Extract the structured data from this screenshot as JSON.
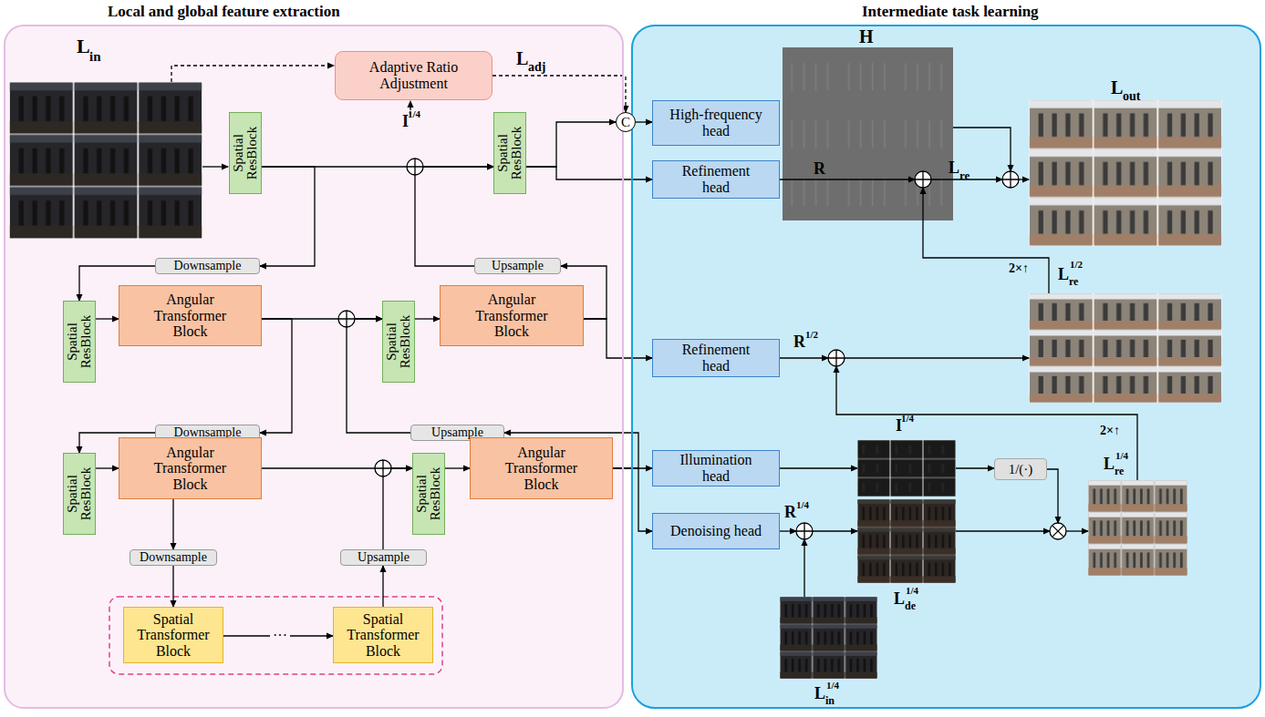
{
  "diagram": {
    "nodes": [
      {
        "text": [
          "Local and global feature extraction"
        ]
      },
      {
        "text": [
          "Intermediate task learning"
        ]
      },
      {
        "text": [
          "Adaptive Ratio Adjustment"
        ],
        "in": 0
      },
      {
        "text": [
          "Spatial ResBlock"
        ],
        "in": 0
      },
      {
        "text": [
          "Spatial ResBlock"
        ],
        "in": 0
      },
      {
        "text": [
          "Downsample"
        ],
        "in": 0
      },
      {
        "text": [
          "Upsample"
        ],
        "in": 0
      },
      {
        "text": [
          "Spatial ResBlock"
        ],
        "in": 0
      },
      {
        "text": [
          "Angular Transformer Block"
        ],
        "in": 0
      },
      {
        "text": [
          "Spatial ResBlock"
        ],
        "in": 0
      },
      {
        "text": [
          "Angular Transformer Block"
        ],
        "in": 0
      },
      {
        "text": [
          "Downsample"
        ],
        "in": 0
      },
      {
        "text": [
          "Upsample"
        ],
        "in": 0
      },
      {
        "text": [
          "Spatial ResBlock"
        ],
        "in": 0
      },
      {
        "text": [
          "Angular Transformer Block"
        ],
        "in": 0
      },
      {
        "text": [
          "Spatial ResBlock"
        ],
        "in": 0
      },
      {
        "text": [
          "Angular Transformer Block"
        ],
        "in": 0
      },
      {
        "text": [
          "Downsample"
        ],
        "in": 0
      },
      {
        "text": [
          "Upsample"
        ],
        "in": 0
      },
      {
        "text": [
          "Spatial Transformer Block"
        ],
        "in": 0
      },
      {
        "text": [
          "Spatial Transformer Block"
        ],
        "in": 0
      },
      {
        "text": [
          "C"
        ],
        "in": 1
      },
      {
        "text": [
          "High-frequency head"
        ],
        "in": 1
      },
      {
        "text": [
          "Refinement head"
        ],
        "in": 1
      },
      {
        "text": [
          "Refinement head"
        ],
        "in": 1
      },
      {
        "text": [
          "Illumination head"
        ],
        "in": 1
      },
      {
        "text": [
          "Denoising head"
        ],
        "in": 1
      },
      {
        "text": [
          "1/(·)"
        ],
        "in": 1
      }
    ],
    "edges": [
      {
        "from": 2,
        "to": 21,
        "arrow": "to"
      },
      {
        "from": 3,
        "to": 4,
        "arrow": "to"
      },
      {
        "from": 3,
        "to": 5,
        "arrow": "to"
      },
      {
        "from": 5,
        "to": 7,
        "arrow": "to"
      },
      {
        "from": 7,
        "to": 8,
        "arrow": "to"
      },
      {
        "from": 8,
        "to": 9,
        "arrow": "to"
      },
      {
        "from": 8,
        "to": 11,
        "arrow": "to"
      },
      {
        "from": 9,
        "to": 10,
        "arrow": "to"
      },
      {
        "from": 10,
        "to": 6,
        "arrow": "to"
      },
      {
        "from": 6,
        "to": 4,
        "arrow": "to"
      },
      {
        "from": 10,
        "to": 24,
        "arrow": "to"
      },
      {
        "from": 11,
        "to": 13,
        "arrow": "to"
      },
      {
        "from": 13,
        "to": 14,
        "arrow": "to"
      },
      {
        "from": 14,
        "to": 15,
        "arrow": "to"
      },
      {
        "from": 14,
        "to": 17,
        "arrow": "to"
      },
      {
        "from": 15,
        "to": 16,
        "arrow": "to"
      },
      {
        "from": 16,
        "to": 12,
        "arrow": "to"
      },
      {
        "from": 12,
        "to": 9,
        "arrow": "to"
      },
      {
        "from": 16,
        "to": 25,
        "arrow": "to"
      },
      {
        "from": 16,
        "to": 26,
        "arrow": "to"
      },
      {
        "from": 17,
        "to": 19,
        "arrow": "to"
      },
      {
        "from": 19,
        "to": 20,
        "arrow": "to"
      },
      {
        "from": 20,
        "to": 18,
        "arrow": "to"
      },
      {
        "from": 18,
        "to": 15,
        "arrow": "to"
      },
      {
        "from": 4,
        "to": 21,
        "arrow": "to"
      },
      {
        "from": 4,
        "to": 23,
        "arrow": "to"
      },
      {
        "from": 21,
        "to": 22,
        "arrow": "to"
      }
    ],
    "labels": [
      "L",
      "in",
      "I",
      "1/4",
      "L",
      "adj",
      "H",
      "L",
      "out",
      "R",
      "L",
      "re",
      "2×↑",
      "L",
      "re",
      "1/2",
      "R",
      "1/2",
      "I",
      "1/4",
      "R",
      "1/4",
      "L",
      "de",
      "1/4",
      "L",
      "in",
      "1/4",
      "2×↑",
      "L",
      "re",
      "1/4",
      "···"
    ]
  }
}
